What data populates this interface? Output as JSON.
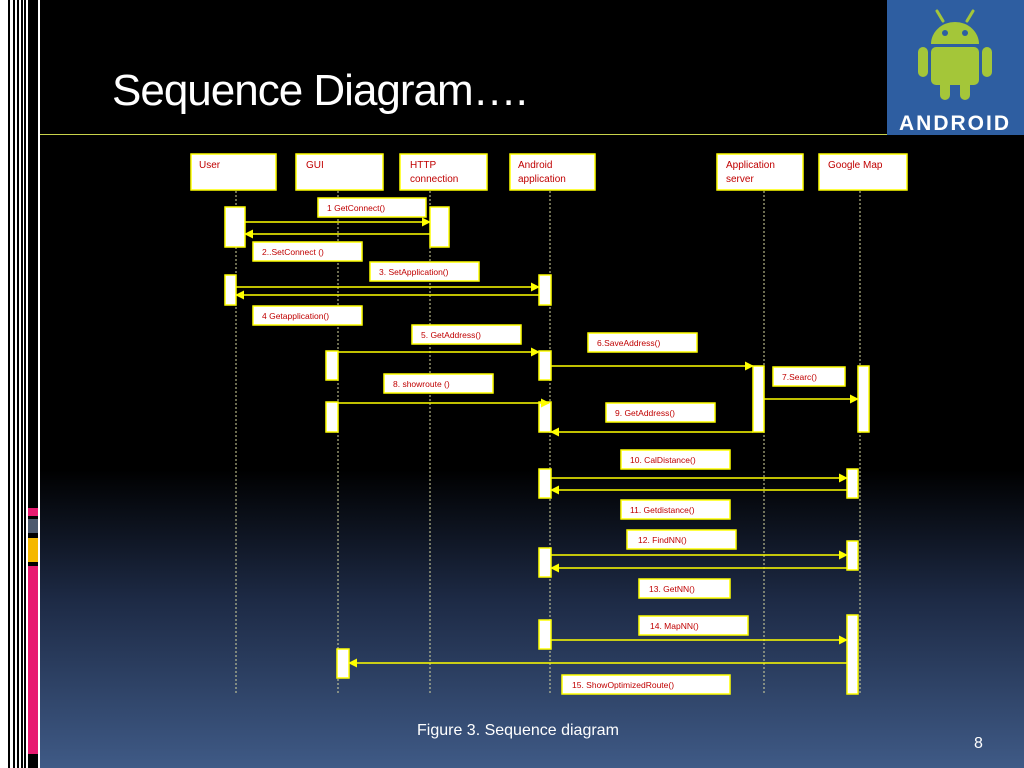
{
  "slide": {
    "title": "Sequence Diagram….",
    "caption": "Figure 3. Sequence diagram",
    "page_number": "8",
    "logo_text": "ANDROID"
  },
  "colors": {
    "background": "#000000",
    "accent_line": "#c8d24a",
    "logo_bg": "#2e5ea1",
    "android_green": "#a4c639",
    "arrow": "#ffff00",
    "label_text": "#c00000"
  },
  "actors": [
    {
      "lines": [
        "User"
      ]
    },
    {
      "lines": [
        "GUI"
      ]
    },
    {
      "lines": [
        "HTTP",
        "connection"
      ]
    },
    {
      "lines": [
        "Android",
        "application"
      ]
    },
    {
      "lines": [
        "Application",
        "server"
      ]
    },
    {
      "lines": [
        "Google Map"
      ]
    }
  ],
  "messages": [
    {
      "label": "1  GetConnect()"
    },
    {
      "label": "2..SetConnect ()"
    },
    {
      "label": "3. SetApplication()"
    },
    {
      "label": "4  Getapplication()"
    },
    {
      "label": "5. GetAddress()"
    },
    {
      "label": "6.SaveAddress()"
    },
    {
      "label": "7.Searc()"
    },
    {
      "label": "8. showroute ()"
    },
    {
      "label": "9. GetAddress()"
    },
    {
      "label": "10. CalDistance()"
    },
    {
      "label": "11. Getdistance()"
    },
    {
      "label": "12. FindNN()"
    },
    {
      "label": "13. GetNN()"
    },
    {
      "label": "14. MapNN()"
    },
    {
      "label": "15. ShowOptimizedRoute()"
    }
  ]
}
